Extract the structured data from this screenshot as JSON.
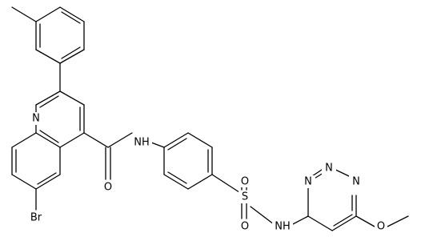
{
  "molecule": {
    "atoms": {
      "n_quinoline": "N",
      "br": "Br",
      "amide_nh": "NH",
      "amide_o": "O",
      "sulfonyl_s": "S",
      "sulfonyl_o_top": "O",
      "sulfonyl_o_bottom": "O",
      "sulfonamide_nh": "NH",
      "pyrimidine_n_top": "N",
      "pyrimidine_n_bottom": "N",
      "methoxy_o": "O"
    }
  }
}
